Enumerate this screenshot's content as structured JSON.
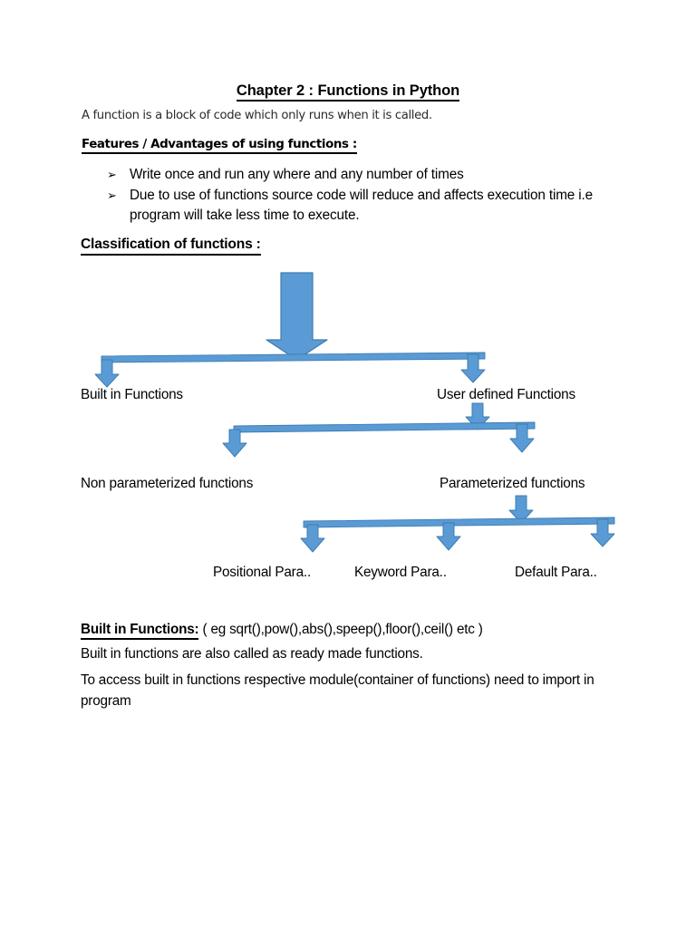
{
  "document": {
    "title": "Chapter 2 : Functions in Python",
    "intro": "A function is a block of code which only runs when it is called.",
    "features_heading": "Features / Advantages of using functions :",
    "bullets": [
      {
        "marker": "➢",
        "text": "Write once and run any where and any number of times"
      },
      {
        "marker": "➢",
        "text": "Due to use of functions source code will reduce and affects execution time i.e program will take less time to execute."
      }
    ],
    "classification_heading": "Classification of functions :",
    "builtin": {
      "label": "Built in Functions:",
      "examples": " ( eg sqrt(),pow(),abs(),speep(),floor(),ceil() etc )",
      "line2": "Built in functions are also called as ready made functions.",
      "line3": "To access built in functions respective module(container of functions) need to import in program"
    }
  },
  "diagram": {
    "arrow_color": "#5B9BD5",
    "arrow_stroke": "#3E7CB1",
    "nodes": {
      "built_in": "Built in Functions",
      "user_defined": "User defined Functions",
      "non_parameterized": "Non parameterized functions",
      "parameterized": "Parameterized functions",
      "positional": "Positional Para..",
      "keyword": "Keyword Para..",
      "default": "Default Para.."
    }
  }
}
